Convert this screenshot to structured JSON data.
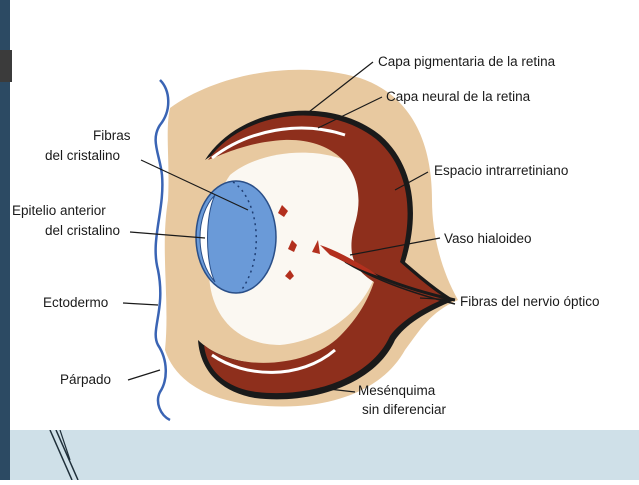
{
  "labels": {
    "capa_pigmentaria": "Capa pigmentaria de la retina",
    "capa_neural": "Capa neural de la retina",
    "espacio_intrarretiniano": "Espacio intrarretiniano",
    "vaso_hialoideo": "Vaso hialoideo",
    "fibras_nervio_optico": "Fibras del nervio óptico",
    "mesenquima_line1": "Mesénquima",
    "mesenquima_line2": "sin diferenciar",
    "fibras_cristalino_line1": "Fibras",
    "fibras_cristalino_line2": "del cristalino",
    "epitelio_line1": "Epitelio anterior",
    "epitelio_line2": "del cristalino",
    "ectodermo": "Ectodermo",
    "parpado": "Párpado"
  },
  "colors": {
    "mesenchyme": "#e8c9a0",
    "retina": "#8e2f1c",
    "lens": "#6a9ad8",
    "vessel": "#b3301e",
    "slide_bar": "#2c4a63",
    "footer_band": "#cfe0e8"
  }
}
